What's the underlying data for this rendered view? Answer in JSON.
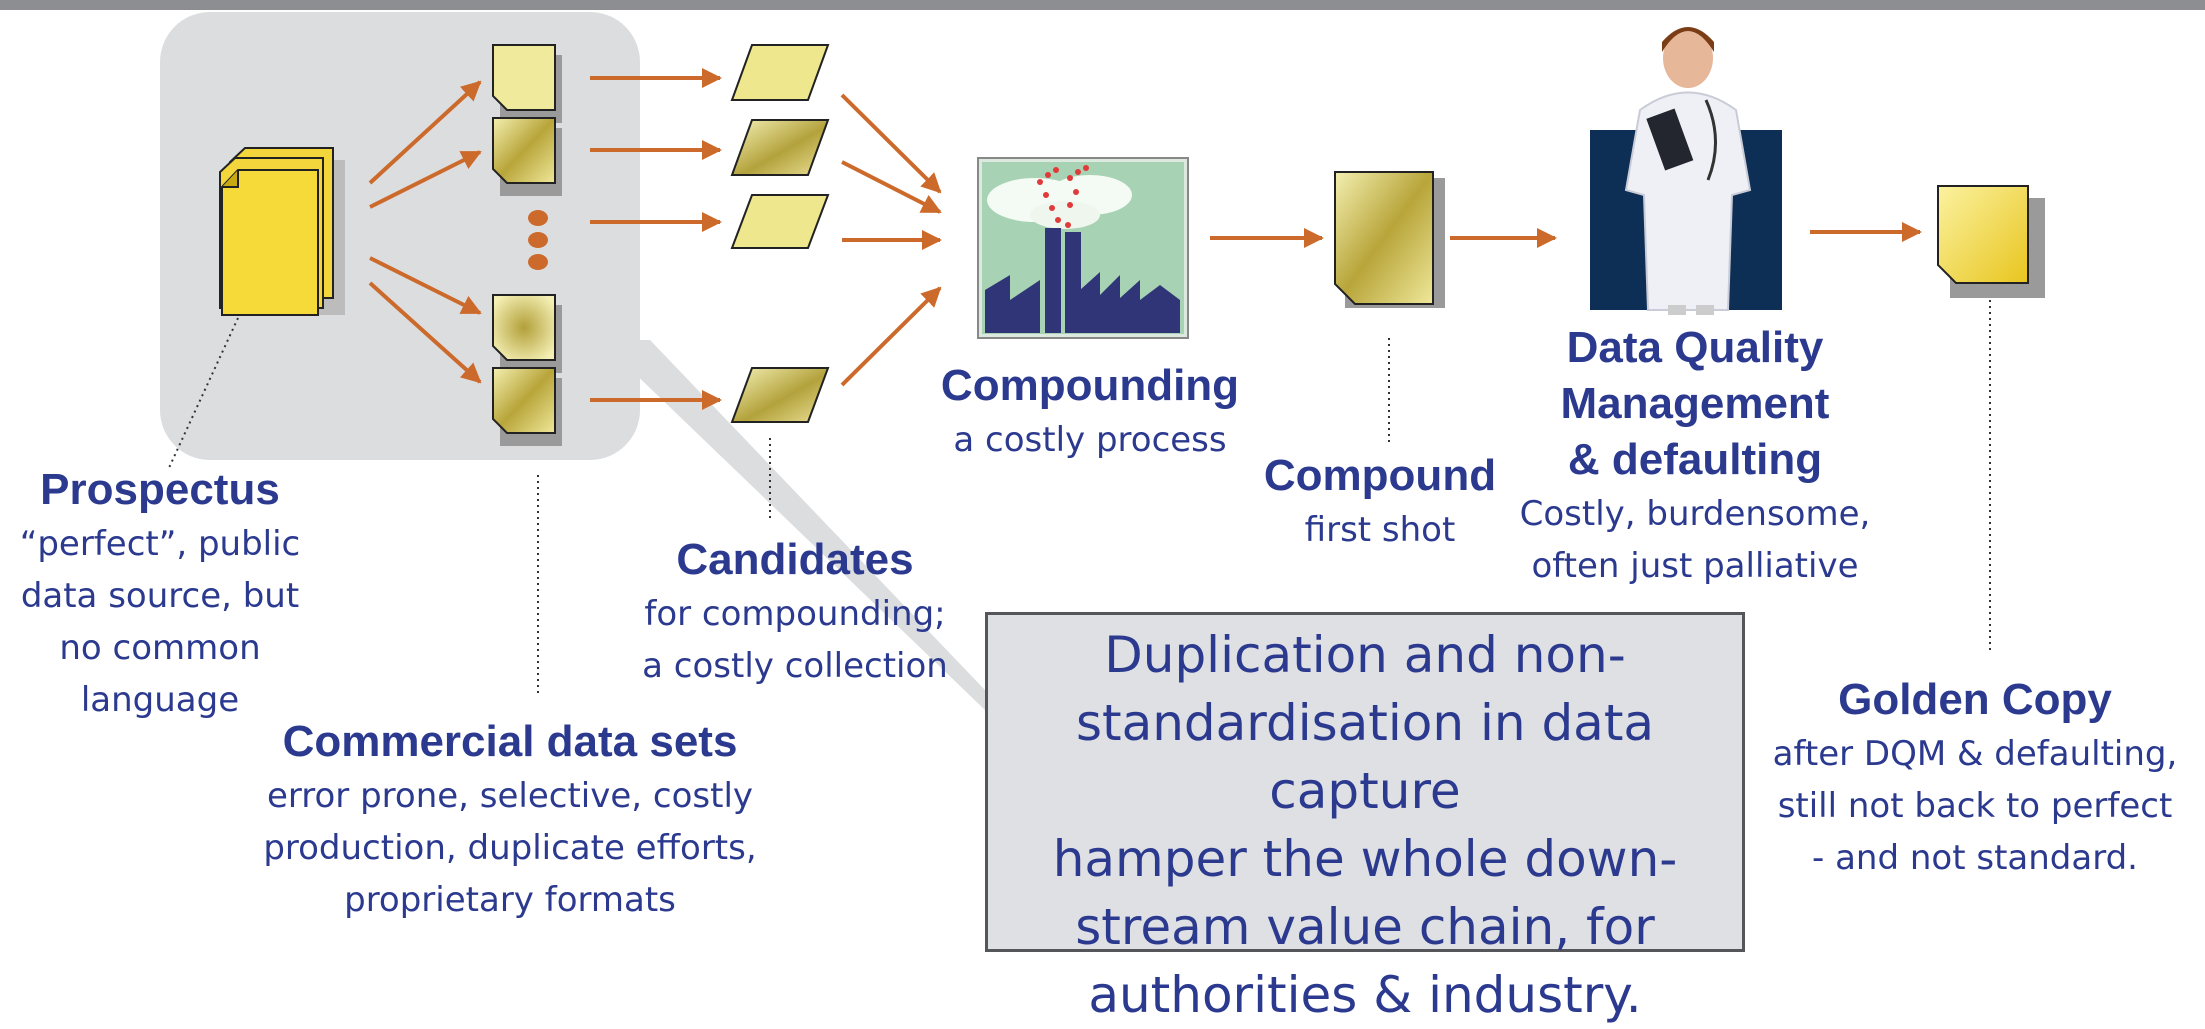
{
  "labels": {
    "prospectus": {
      "title": "Prospectus",
      "lines": [
        "“perfect”, public",
        "data source, but",
        "no common",
        "language"
      ]
    },
    "commercial": {
      "title": "Commercial data sets",
      "lines": [
        "error prone, selective, costly",
        "production, duplicate efforts,",
        "proprietary formats"
      ]
    },
    "candidates": {
      "title": "Candidates",
      "lines": [
        "for compounding;",
        "a costly collection"
      ]
    },
    "compounding": {
      "title": "Compounding",
      "lines": [
        "a costly process"
      ]
    },
    "compound": {
      "title": "Compound",
      "lines": [
        "first shot"
      ]
    },
    "dqm": {
      "title_lines": [
        "Data Quality",
        "Management",
        "& defaulting"
      ],
      "lines": [
        "Costly, burdensome,",
        "often just palliative"
      ]
    },
    "golden": {
      "title": "Golden Copy",
      "lines": [
        "after DQM & defaulting,",
        "still not back to perfect",
        "- and not standard."
      ]
    }
  },
  "callout": {
    "lines": [
      "Duplication and non-",
      "standardisation in data capture",
      "hamper the whole down-",
      "stream value chain, for",
      "authorities & industry."
    ]
  },
  "colors": {
    "title_text": "#2b3a8f",
    "arrow": "#cc6a2c",
    "group_bg": "#dcdddf",
    "top_bar": "#8c8e92",
    "doc_yellow": "#f2d63c",
    "doc_olive": "#b9a93e"
  },
  "icons": [
    "prospectus-docs-icon",
    "commercial-doc-icon",
    "candidate-card-icon",
    "factory-icon",
    "compound-doc-icon",
    "doctor-icon",
    "golden-doc-icon"
  ]
}
